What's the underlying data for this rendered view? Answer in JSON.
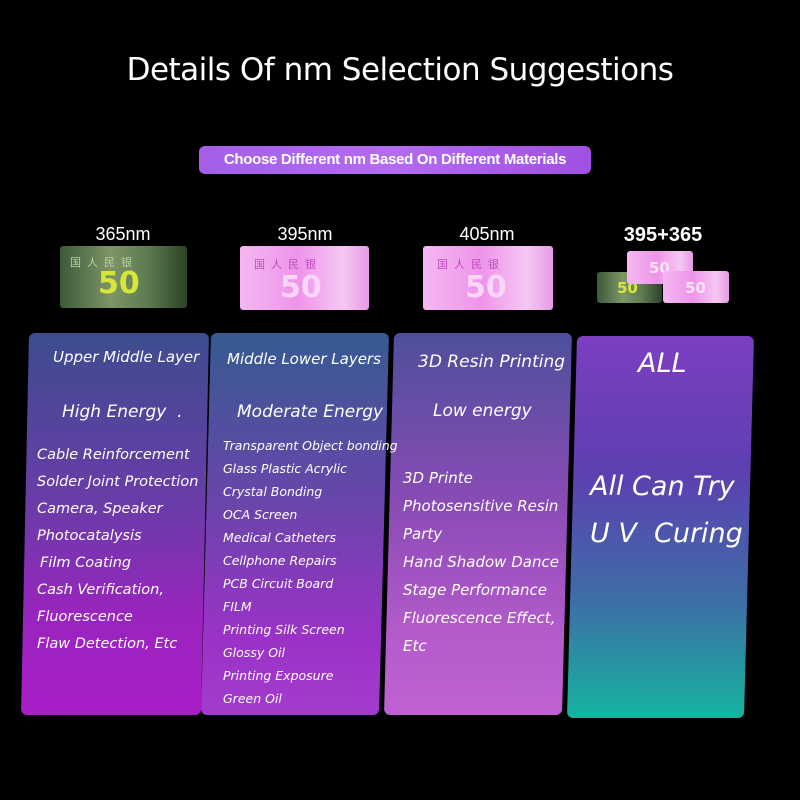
{
  "title": "Details Of nm Selection Suggestions",
  "subtitle": "Choose Different nm Based On Different Materials",
  "columns": [
    {
      "nm": "365nm",
      "layer": "Upper Middle Layer",
      "energy": "High Energy",
      "energy_mark": ".",
      "items": [
        "Cable Reinforcement",
        "Solder Joint Protection",
        "Camera, Speaker",
        "Photocatalysis",
        "Film Coating",
        "Cash Verification,",
        "Fluorescence",
        "Flaw Detection, Etc"
      ]
    },
    {
      "nm": "395nm",
      "layer": "Middle Lower Layers",
      "energy": "Moderate Energy",
      "items": [
        "Transparent Object bonding",
        "Glass Plastic Acrylic",
        "Crystal Bonding",
        "OCA Screen",
        "Medical Catheters",
        "Cellphone Repairs",
        "PCB Circuit Board",
        "FILM",
        "Printing Silk Screen",
        "Glossy Oil",
        "Printing Exposure",
        "Green Oil"
      ]
    },
    {
      "nm": "405nm",
      "layer": "3D Resin Printing",
      "energy": "Low energy",
      "items": [
        "3D Printe",
        "Photosensitive Resin",
        "Party",
        "Hand Shadow Dance",
        "Stage Performance",
        "Fluorescence Effect,",
        "Etc"
      ]
    },
    {
      "nm": "395+365",
      "layer": "ALL",
      "lines": [
        "All Can Try",
        "U V  Curing"
      ]
    }
  ],
  "photo_digits": "50",
  "photo_chars": "国人民银"
}
